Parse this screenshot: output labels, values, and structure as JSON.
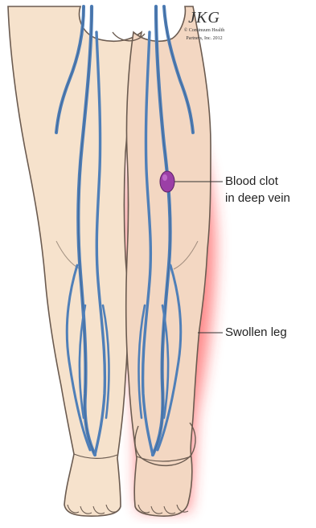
{
  "logo": {
    "mark": "JKG",
    "credit_line_1": "© Continuum Health",
    "credit_line_2": "Partners, Inc. 2012"
  },
  "callouts": {
    "blood_clot_line_1": "Blood clot",
    "blood_clot_line_2": "in deep vein",
    "swollen_leg": "Swollen leg"
  },
  "colors": {
    "skin": "#f6e2cc",
    "skin_swollen": "#f3d7c2",
    "outline": "#6b5b50",
    "vein": "#4f7fb8",
    "clot": "#9b3fa6",
    "swelling_glow": "#ff3b3b"
  }
}
